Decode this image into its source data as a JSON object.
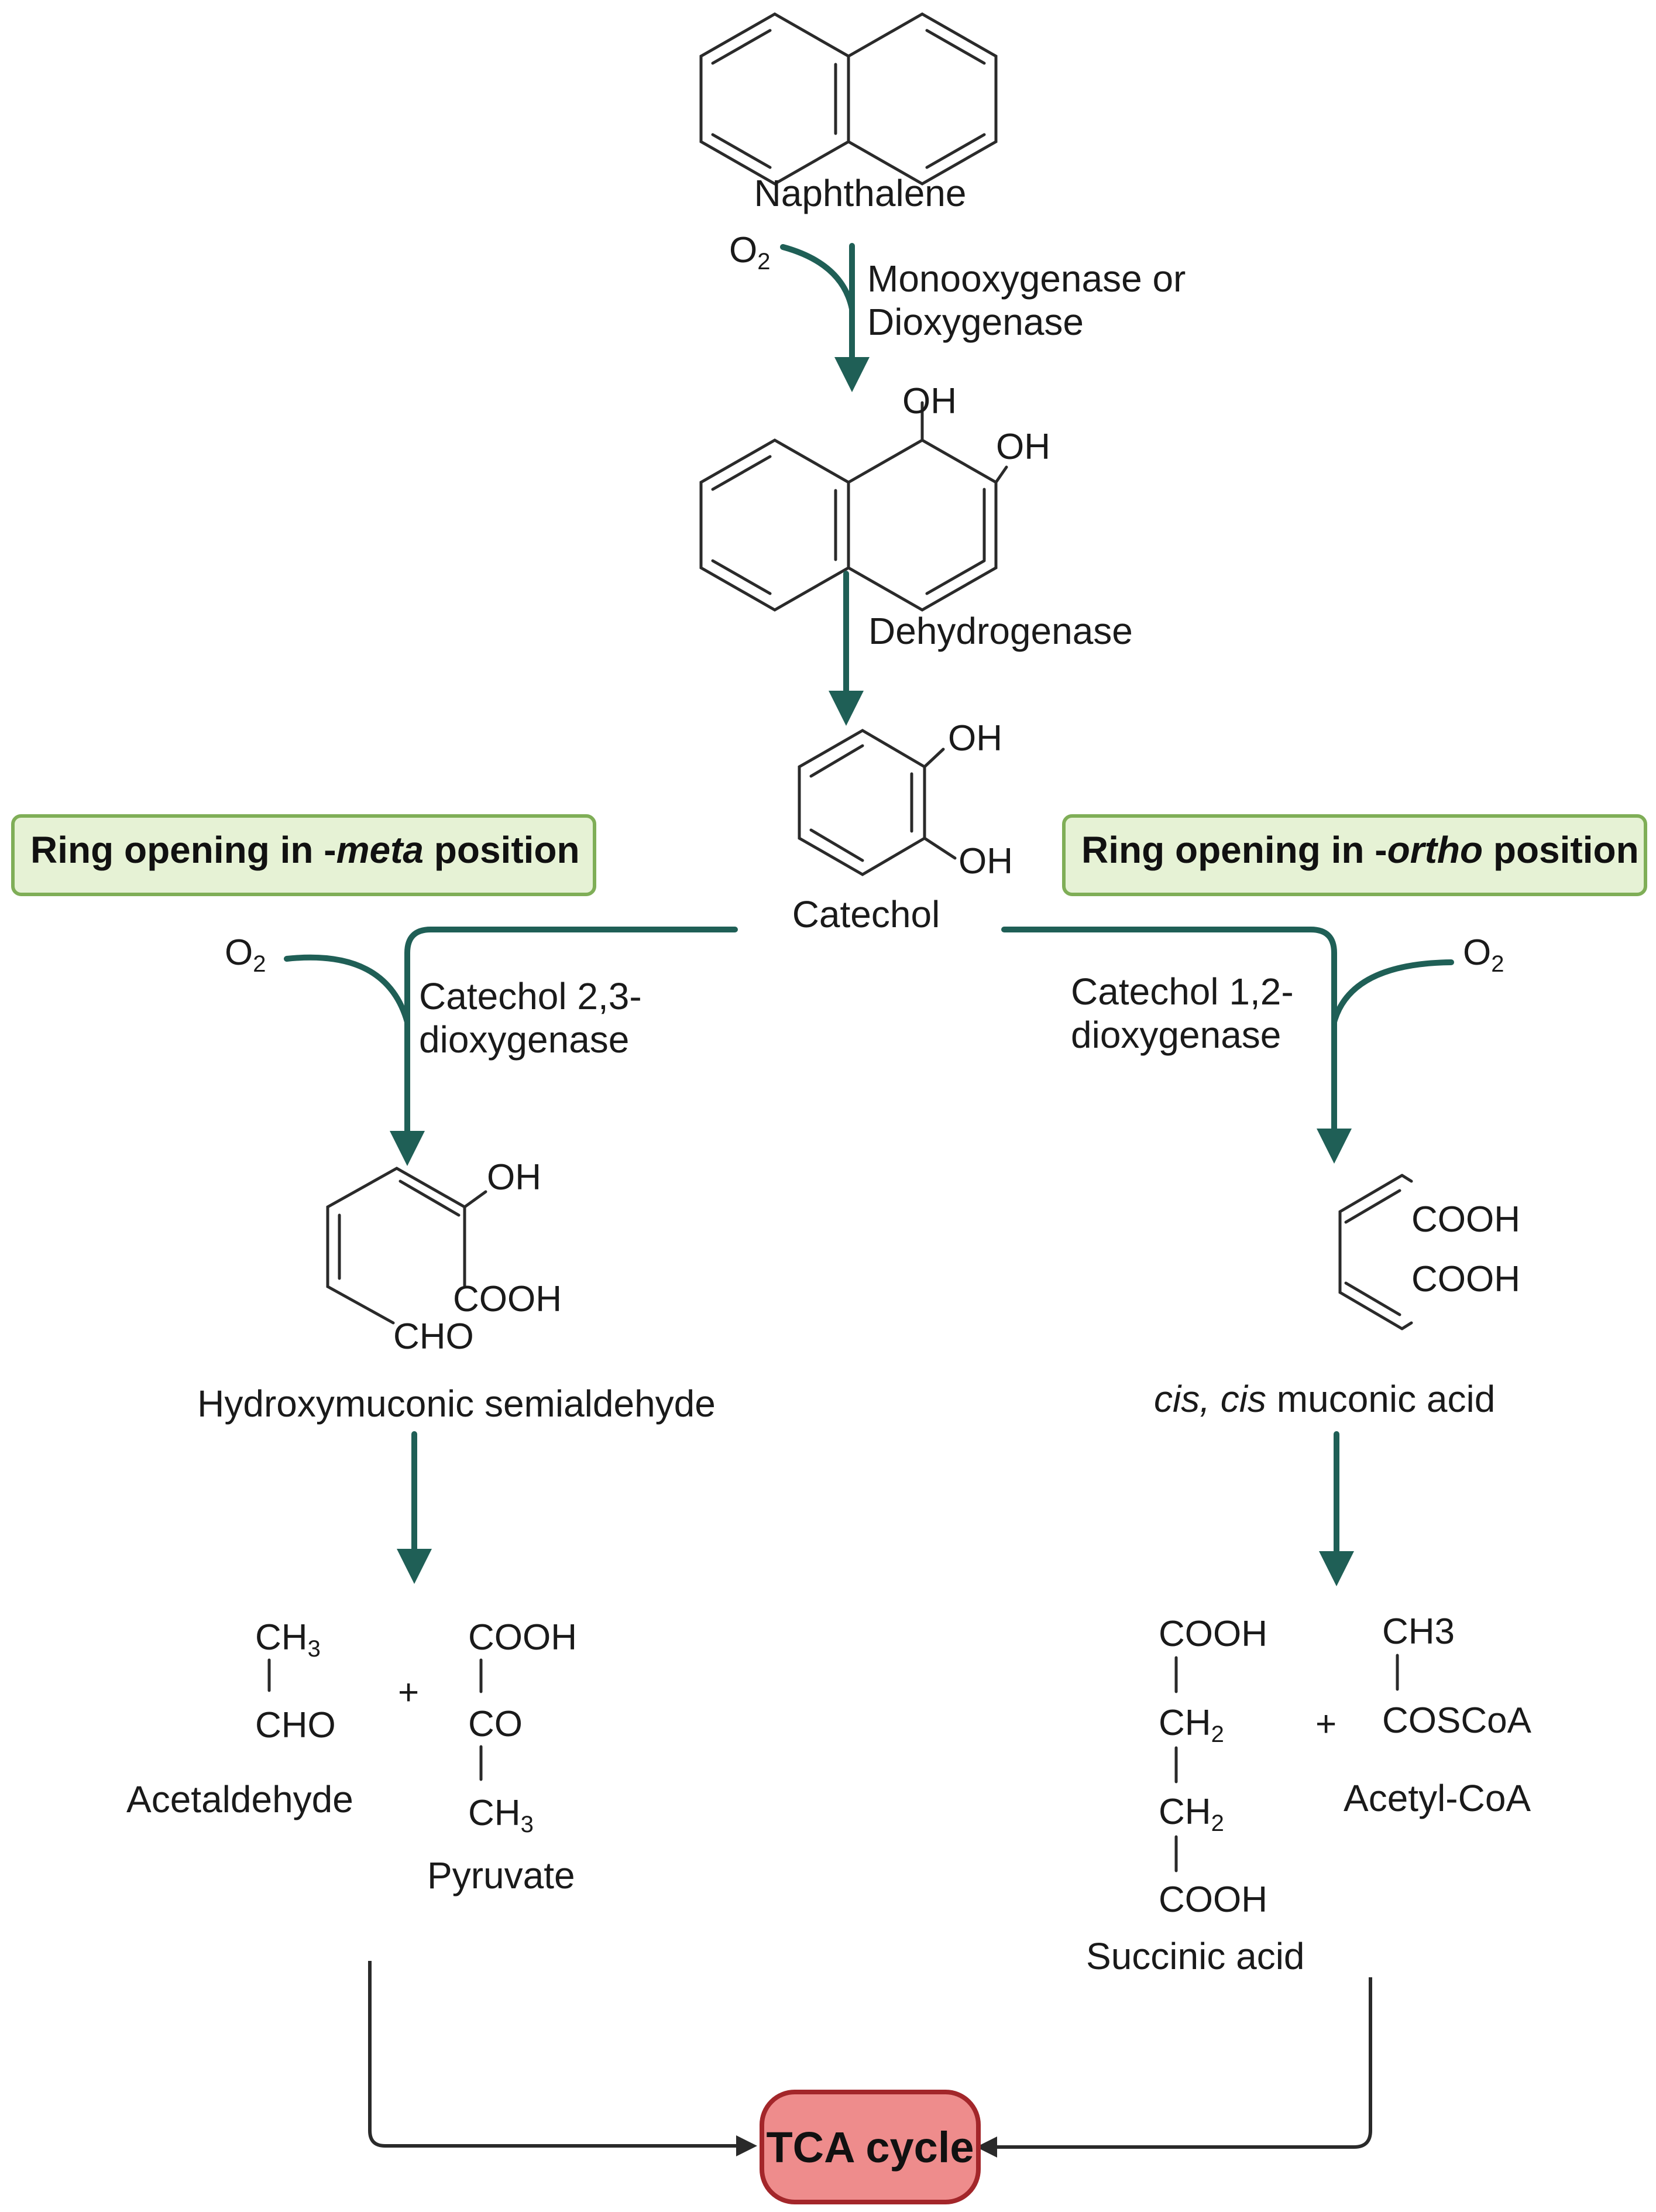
{
  "compounds": {
    "naphthalene": "Naphthalene",
    "catechol": "Catechol",
    "hydroxymuconic": "Hydroxymuconic semialdehyde",
    "cis_prefix": "cis, cis",
    "muconic_suffix": " muconic acid",
    "acetaldehyde": "Acetaldehyde",
    "pyruvate": "Pyruvate",
    "succinic": "Succinic acid",
    "acetyl_coa": "Acetyl-CoA"
  },
  "enzymes": {
    "mono_line1": "Monooxygenase or",
    "mono_line2": "Dioxygenase",
    "dehydrogenase": "Dehydrogenase",
    "c23_line1": "Catechol 2,3-",
    "c23_line2": "dioxygenase",
    "c12_line1": "Catechol 1,2-",
    "c12_line2": "dioxygenase"
  },
  "boxes": {
    "meta_pre": "Ring opening in -",
    "meta_em": "meta",
    "meta_post": " position",
    "ortho_pre": "Ring opening in -",
    "ortho_em": "ortho",
    "ortho_post": " position"
  },
  "atoms": {
    "o2": "O",
    "o2_sub": "2",
    "oh": "OH",
    "cooh": "COOH",
    "cho": "CHO",
    "co": "CO",
    "ch3": "CH",
    "ch3_sub": "3",
    "ch2": "CH",
    "ch2_sub": "2",
    "ch3_plain": "CH3",
    "coscoa": "COSCoA",
    "plus": "+"
  },
  "tca": "TCA cycle",
  "colors": {
    "arrow": "#1f5f56",
    "box_fill": "#e6f2d5",
    "box_border": "#7fae57",
    "tca_fill": "#ee8c8c",
    "tca_border": "#a3262a"
  }
}
